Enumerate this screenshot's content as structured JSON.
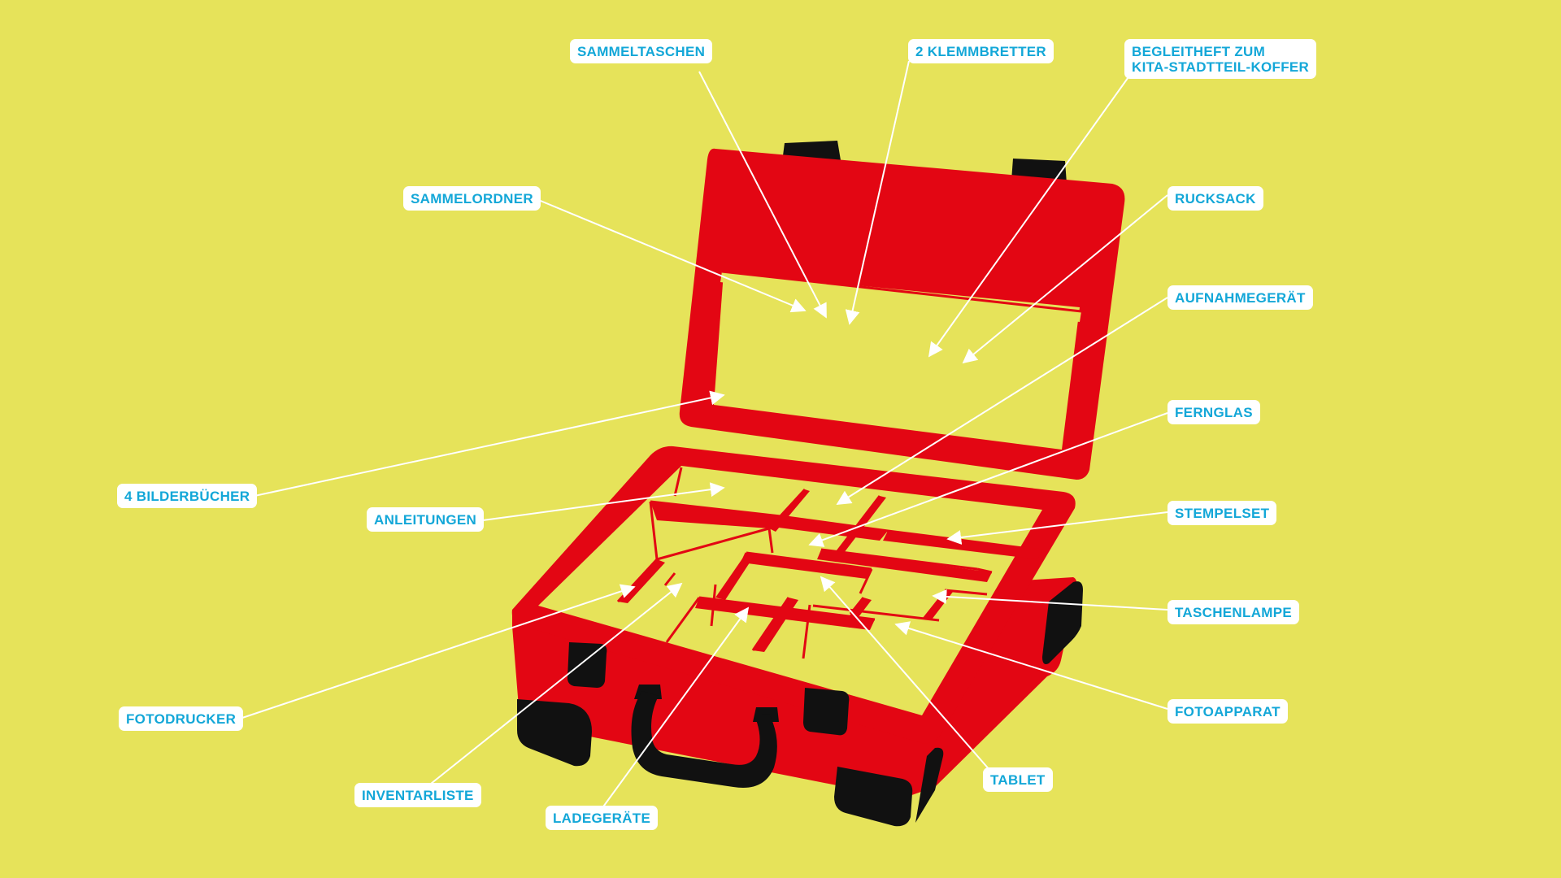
{
  "colors": {
    "background": "#e6e35a",
    "suitcase": "#e30613",
    "dark": "#111111",
    "leader": "#ffffff",
    "label_text": "#13a7d8",
    "label_bg": "#ffffff"
  },
  "labels": {
    "sammeltaschen": "SAMMELTASCHEN",
    "klemmbretter": "2 KLEMMBRETTER",
    "begleitheft_line1": "BEGLEITHEFT ZUM",
    "begleitheft_line2": "KITA-STADTTEIL-KOFFER",
    "sammelordner": "SAMMELORDNER",
    "rucksack": "RUCKSACK",
    "aufnahmegeraet": "AUFNAHMEGERÄT",
    "fernglas": "FERNGLAS",
    "bilderbuecher": "4 BILDERBÜCHER",
    "anleitungen": "ANLEITUNGEN",
    "stempelset": "STEMPELSET",
    "taschenlampe": "TASCHENLAMPE",
    "fotoapparat": "FOTOAPPARAT",
    "fotodrucker": "FOTODRUCKER",
    "tablet": "TABLET",
    "inventarliste": "INVENTARLISTE",
    "ladegeraete": "LADEGERÄTE"
  },
  "icons": {
    "suitcase": "open-suitcase-icon",
    "handle": "suitcase-handle-icon",
    "arrow": "arrowhead-icon"
  }
}
